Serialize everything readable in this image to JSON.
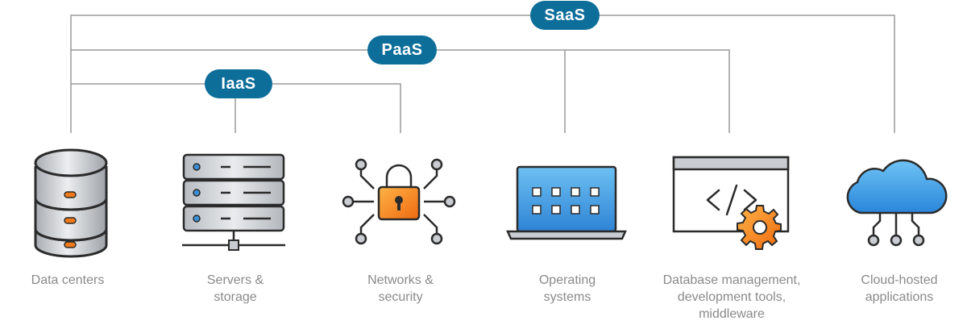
{
  "tiers": {
    "saas": "SaaS",
    "paas": "PaaS",
    "iaas": "IaaS"
  },
  "items": [
    {
      "id": "data-centers",
      "label": "Data centers",
      "icon": "database-icon"
    },
    {
      "id": "servers-storage",
      "label": "Servers &\nstorage",
      "icon": "server-rack-icon"
    },
    {
      "id": "networks-security",
      "label": "Networks &\nsecurity",
      "icon": "network-lock-icon"
    },
    {
      "id": "operating-systems",
      "label": "Operating\nsystems",
      "icon": "laptop-icon"
    },
    {
      "id": "database-management",
      "label": "Database management,\ndevelopment tools,\nmiddleware",
      "icon": "code-window-gear-icon"
    },
    {
      "id": "cloud-hosted-applications",
      "label": "Cloud-hosted\napplications",
      "icon": "cloud-icon"
    }
  ],
  "colors": {
    "tier_pill": "#0e6e9a",
    "connector": "#9a9a9a",
    "label_text": "#8a8a8a",
    "lock_orange": "#f07a1a",
    "screen_blue": "#3a9be0",
    "cloud_blue": "#2f8fe0",
    "gear_orange": "#f27a14"
  }
}
